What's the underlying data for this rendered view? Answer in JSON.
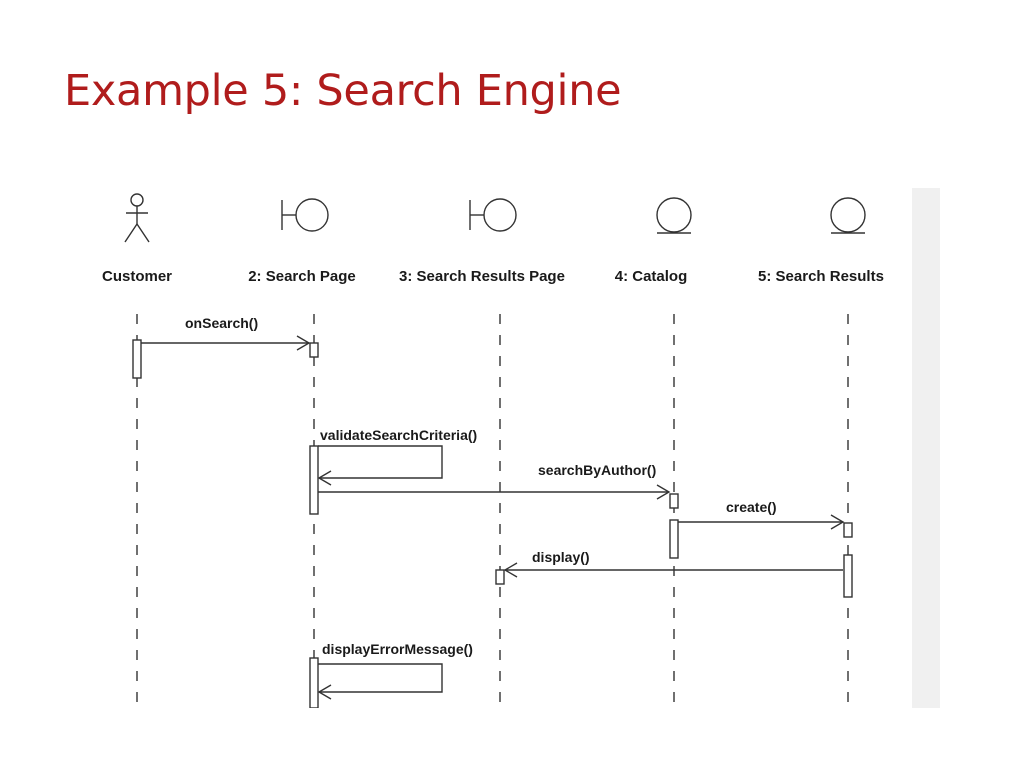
{
  "slide": {
    "title": "Example 5: Search Engine"
  },
  "diagram": {
    "lifelines": [
      {
        "id": "customer",
        "label": "Customer",
        "kind": "actor"
      },
      {
        "id": "search_page",
        "label": "2: Search Page",
        "kind": "boundary"
      },
      {
        "id": "results_page",
        "label": "3: Search Results Page",
        "kind": "boundary"
      },
      {
        "id": "catalog",
        "label": "4: Catalog",
        "kind": "entity"
      },
      {
        "id": "search_results",
        "label": "5: Search Results",
        "kind": "entity"
      }
    ],
    "messages": [
      {
        "id": "m1",
        "label": "onSearch()",
        "from": "customer",
        "to": "search_page"
      },
      {
        "id": "m2",
        "label": "validateSearchCriteria()",
        "from": "search_page",
        "to": "search_page"
      },
      {
        "id": "m3",
        "label": "searchByAuthor()",
        "from": "search_page",
        "to": "catalog"
      },
      {
        "id": "m4",
        "label": "create()",
        "from": "catalog",
        "to": "search_results"
      },
      {
        "id": "m5",
        "label": "display()",
        "from": "search_results",
        "to": "results_page"
      },
      {
        "id": "m6",
        "label": "displayErrorMessage()",
        "from": "search_page",
        "to": "search_page"
      }
    ]
  }
}
